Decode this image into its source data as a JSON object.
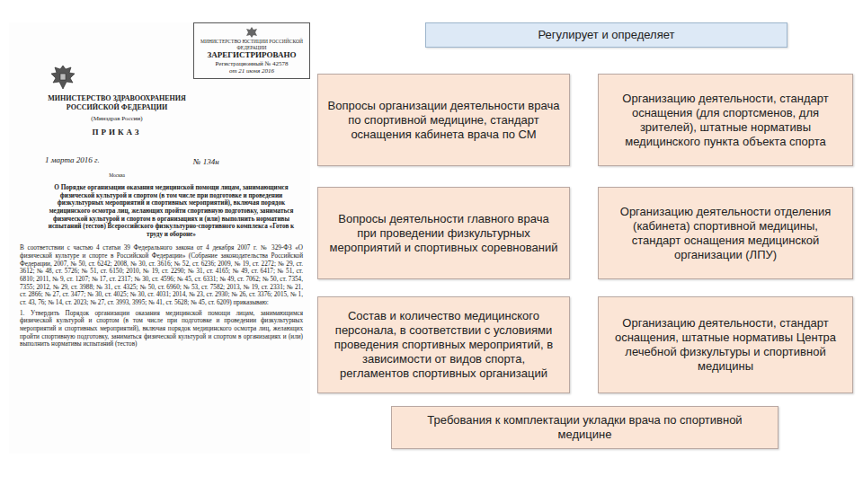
{
  "diagram": {
    "nodes": [
      {
        "text": [
          "Регулирует и определяет"
        ]
      },
      {
        "text": [
          "Вопросы организации деятельности врача по спортивной медицине, стандарт оснащения кабинета врача по СМ"
        ]
      },
      {
        "text": [
          "Организацию деятельности, стандарт оснащения (для спортсменов, для зрителей), штатные нормативы медицинского пункта объекта спорта"
        ]
      },
      {
        "text": [
          "Вопросы деятельности главного врача при проведении физкультурных мероприятий и спортивных соревнований"
        ]
      },
      {
        "text": [
          "Организацию деятельности отделения (кабинета) спортивной медицины, стандарт оснащения медицинской организации (ЛПУ)"
        ]
      },
      {
        "text": [
          "Состав и количество медицинского персонала, в соответствии с условиями проведения спортивных мероприятий, в зависимости от видов спорта, регламентов спортивных организаций"
        ]
      },
      {
        "text": [
          "Организацию деятельности, стандарт оснащения, штатные нормативы Центра лечебной физкультуры и спортивной медицины"
        ]
      },
      {
        "text": [
          "Требования к комплектации укладки врача по спортивной медицине"
        ]
      }
    ],
    "labels": [
      "МИНИСТЕРСТВО ЮСТИЦИИ РОССИЙСКОЙ ФЕДЕРАЦИИ",
      "ЗАРЕГИСТРИРОВАНО",
      "Регистрационный № 42578",
      "от 21 июня 2016",
      "МИНИСТЕРСТВО ЗДРАВООХРАНЕНИЯ РОССИЙСКОЙ ФЕДЕРАЦИИ",
      "(Минздрав России)",
      "ПРИКАЗ",
      "1 марта 2016 г.",
      "№ 134н",
      "Москва",
      "О Порядке организации оказания медицинской помощи лицам, занимающимся физической культурой и спортом (в том числе при подготовке и проведении физкультурных мероприятий и спортивных мероприятий), включая порядок медицинского осмотра лиц, желающих пройти спортивную подготовку, заниматься физической культурой и спортом в организациях и (или) выполнить нормативы испытаний (тестов) Всероссийского физкультурно-спортивного комплекса «Готов к труду и обороне»",
      "В соответствии с частью 4 статьи 39 Федерального закона от 4 декабря 2007 г. № 329-ФЗ «О физической культуре и спорте в Российской Федерации» (Собрание законодательства Российской Федерации, 2007, № 50, ст. 6242; 2008, № 30, ст. 3616; № 52, ст. 6236; 2009, № 19, ст. 2272; № 29, ст. 3612; № 48, ст. 5726; № 51, ст. 6150; 2010, № 19, ст. 2290; № 31, ст. 4165; № 49, ст. 6417; № 51, ст. 6810; 2011, № 9, ст. 1207; № 17, ст. 2317; № 30, ст. 4596; № 45, ст. 6331; № 49, ст. 7062; № 50, ст. 7354, 7355; 2012, № 29, ст. 3988; № 31, ст. 4325; № 50, ст. 6960; № 53, ст. 7582; 2013, № 19, ст. 2331; № 21, ст. 2866; № 27, ст. 3477; № 30, ст. 4025; № 30, ст. 4031; 2014, № 23, ст. 2930; № 26, ст. 3376; 2015, № 1, ст. 43, 76; № 14, ст. 2023; № 27, ст. 3993, 3995; № 41, ст. 5628; № 45, ст. 6209) приказываю:",
      "1. Утвердить Порядок организации оказания медицинской помощи лицам, занимающимся физической культурой и спортом (в том числе при подготовке и проведении физкультурных мероприятий и спортивных мероприятий), включая порядок медицинского осмотра лиц, желающих пройти спортивную подготовку, заниматься физической культурой и спортом в организациях и (или) выполнить нормативы испытаний (тестов)"
    ]
  }
}
